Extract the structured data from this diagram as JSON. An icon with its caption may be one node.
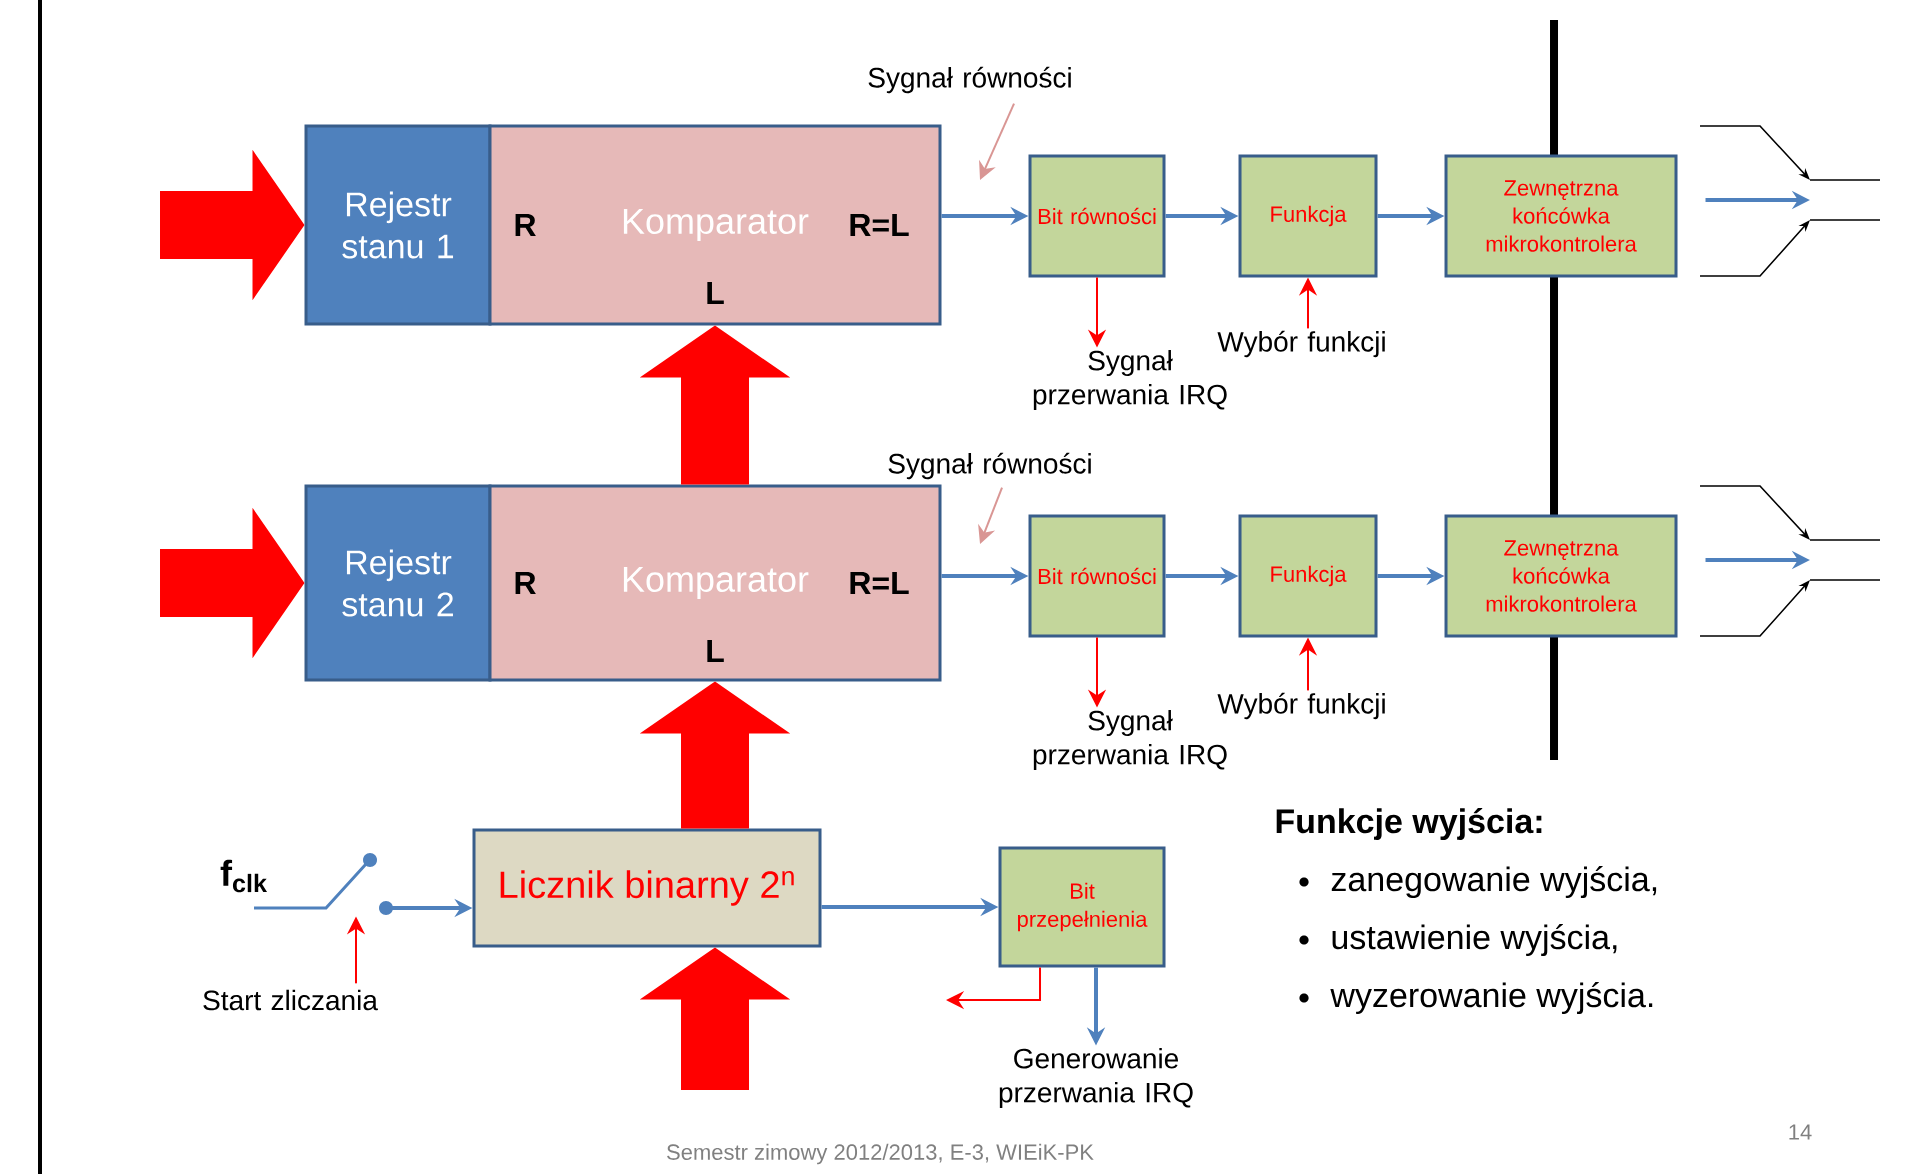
{
  "diagram": {
    "nodes": [
      {
        "text": [
          "Rejestr stanu 1"
        ]
      },
      {
        "text": [
          "R",
          "Komparator",
          "R=L",
          "L"
        ]
      },
      {
        "text": [
          "Bit równości"
        ]
      },
      {
        "text": [
          "Funkcja"
        ]
      },
      {
        "text": [
          "Zewnętrzna końcówka mikrokontrolera"
        ]
      },
      {
        "text": [
          "Sygnał przerwania IRQ"
        ]
      },
      {
        "text": [
          "Wybór funkcji"
        ]
      },
      {
        "text": [
          "Sygnał równości"
        ]
      },
      {
        "text": [
          "Rejestr stanu 2"
        ]
      },
      {
        "text": [
          "R",
          "Komparator",
          "R=L",
          "L"
        ]
      },
      {
        "text": [
          "Bit równości"
        ]
      },
      {
        "text": [
          "Funkcja"
        ]
      },
      {
        "text": [
          "Zewnętrzna końcówka mikrokontrolera"
        ]
      },
      {
        "text": [
          "Sygnał przerwania IRQ"
        ]
      },
      {
        "text": [
          "Wybór funkcji"
        ]
      },
      {
        "text": [
          "Sygnał równości"
        ]
      },
      {
        "text": [
          "Licznik binarny 2$^{n}$"
        ]
      },
      {
        "text": [
          "Bit przepełnienia"
        ]
      },
      {
        "text": [
          "Generowanie przerwania IRQ"
        ]
      },
      {
        "text": [
          "Start zliczania"
        ]
      },
      {
        "text": [],
        "shape": "switch"
      }
    ],
    "edges": [
      {
        "from": null,
        "to": 0,
        "arrow": "to",
        "style": "thick",
        "color": "#ff0000"
      },
      {
        "from": 1,
        "to": 2,
        "arrow": "to",
        "color": "#4f81bd"
      },
      {
        "from": 2,
        "to": 3,
        "arrow": "to",
        "color": "#4f81bd"
      },
      {
        "from": 3,
        "to": 4,
        "arrow": "to",
        "color": "#4f81bd"
      },
      {
        "from": 4,
        "to": null,
        "arrow": "to",
        "color": "#4f81bd"
      },
      {
        "from": 2,
        "to": 5,
        "arrow": "to",
        "color": "#ff0000"
      },
      {
        "from": 6,
        "to": 3,
        "arrow": "to",
        "color": "#ff0000"
      },
      {
        "from": 7,
        "to": null,
        "arrow": "to",
        "color": "#d99694"
      },
      {
        "from": 9,
        "to": 1,
        "arrow": "to",
        "style": "thick",
        "color": "#ff0000"
      },
      {
        "from": null,
        "to": 8,
        "arrow": "to",
        "style": "thick",
        "color": "#ff0000"
      },
      {
        "from": 9,
        "to": 10,
        "arrow": "to",
        "color": "#4f81bd"
      },
      {
        "from": 10,
        "to": 11,
        "arrow": "to",
        "color": "#4f81bd"
      },
      {
        "from": 11,
        "to": 12,
        "arrow": "to",
        "color": "#4f81bd"
      },
      {
        "from": 12,
        "to": null,
        "arrow": "to",
        "color": "#4f81bd"
      },
      {
        "from": 10,
        "to": 13,
        "arrow": "to",
        "color": "#ff0000"
      },
      {
        "from": 14,
        "to": 11,
        "arrow": "to",
        "color": "#ff0000"
      },
      {
        "from": 15,
        "to": null,
        "arrow": "to",
        "color": "#d99694"
      },
      {
        "from": 16,
        "to": 9,
        "arrow": "to",
        "style": "thick",
        "color": "#ff0000"
      },
      {
        "from": null,
        "to": 16,
        "arrow": "to",
        "style": "thick",
        "color": "#ff0000"
      },
      {
        "from": 20,
        "to": 16,
        "arrow": "to",
        "color": "#4f81bd"
      },
      {
        "from": 19,
        "to": 20,
        "arrow": "to",
        "color": "#ff0000"
      },
      {
        "from": 16,
        "to": 17,
        "arrow": "to",
        "color": "#4f81bd"
      },
      {
        "from": 17,
        "to": 18,
        "arrow": "to",
        "color": "#4f81bd"
      },
      {
        "from": 17,
        "to": null,
        "arrow": "to",
        "color": "#ff0000"
      }
    ],
    "labels": [
      "f$_{clk}$",
      "Funkcje wyjścia:",
      "zanegowanie wyjścia,",
      "ustawienie wyjścia,",
      "wyzerowanie wyjścia.",
      "Semestr zimowy 2012/2013, E-3, WIEiK-PK",
      "14"
    ]
  }
}
